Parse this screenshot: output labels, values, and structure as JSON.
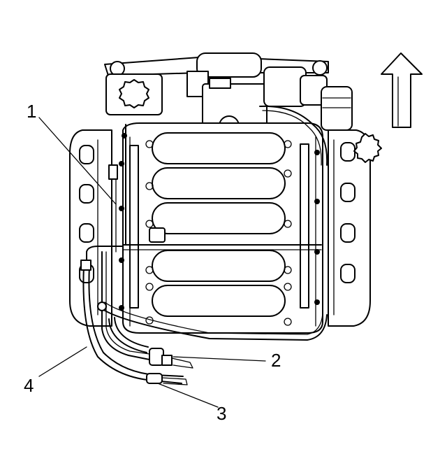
{
  "figure": {
    "callouts": [
      {
        "id": "1",
        "label": "1"
      },
      {
        "id": "2",
        "label": "2"
      },
      {
        "id": "3",
        "label": "3"
      },
      {
        "id": "4",
        "label": "4"
      }
    ],
    "orientation_arrow": "up-arrow-icon"
  }
}
